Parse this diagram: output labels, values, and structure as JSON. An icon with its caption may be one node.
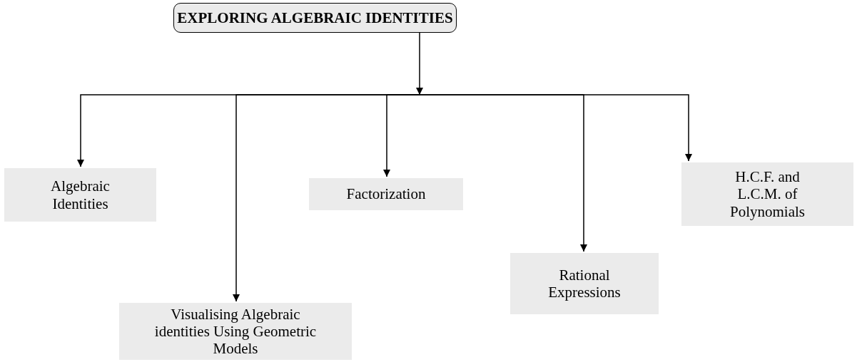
{
  "diagram": {
    "nodes": [
      {
        "text": [
          "EXPLORING ALGEBRAIC IDENTITIES"
        ]
      },
      {
        "text": [
          "Algebraic Identities"
        ]
      },
      {
        "text": [
          "Visualising Algebraic identities Using Geometric Models"
        ]
      },
      {
        "text": [
          "Factorization"
        ]
      },
      {
        "text": [
          "Rational Expressions"
        ]
      },
      {
        "text": [
          "H.C.F. and L.C.M. of Polynomials"
        ]
      }
    ],
    "edges": [
      {
        "from": 0,
        "to": 1,
        "arrow": "to"
      },
      {
        "from": 0,
        "to": 2,
        "arrow": "to"
      },
      {
        "from": 0,
        "to": 3,
        "arrow": "to"
      },
      {
        "from": 0,
        "to": 4,
        "arrow": "to"
      },
      {
        "from": 0,
        "to": 5,
        "arrow": "to"
      }
    ]
  }
}
